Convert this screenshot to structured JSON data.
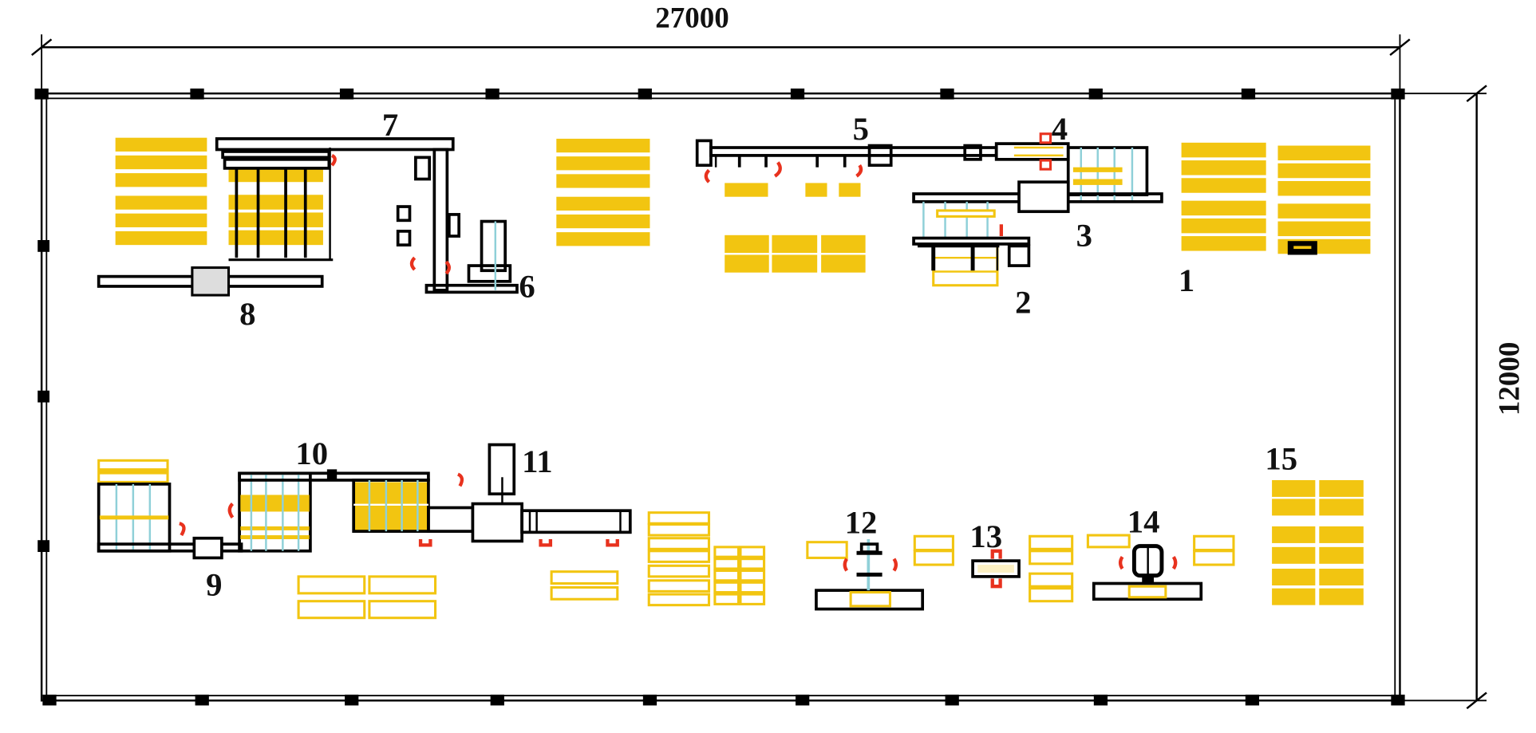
{
  "dimensions": {
    "width": "27000",
    "height": "12000"
  },
  "labels": [
    "1",
    "2",
    "3",
    "4",
    "5",
    "6",
    "7",
    "8",
    "9",
    "10",
    "11",
    "12",
    "13",
    "14",
    "15"
  ],
  "colors": {
    "storage": "#f2c511",
    "rack": "#8fd0d8",
    "operator": "#e8321e",
    "structure": "#000000"
  }
}
